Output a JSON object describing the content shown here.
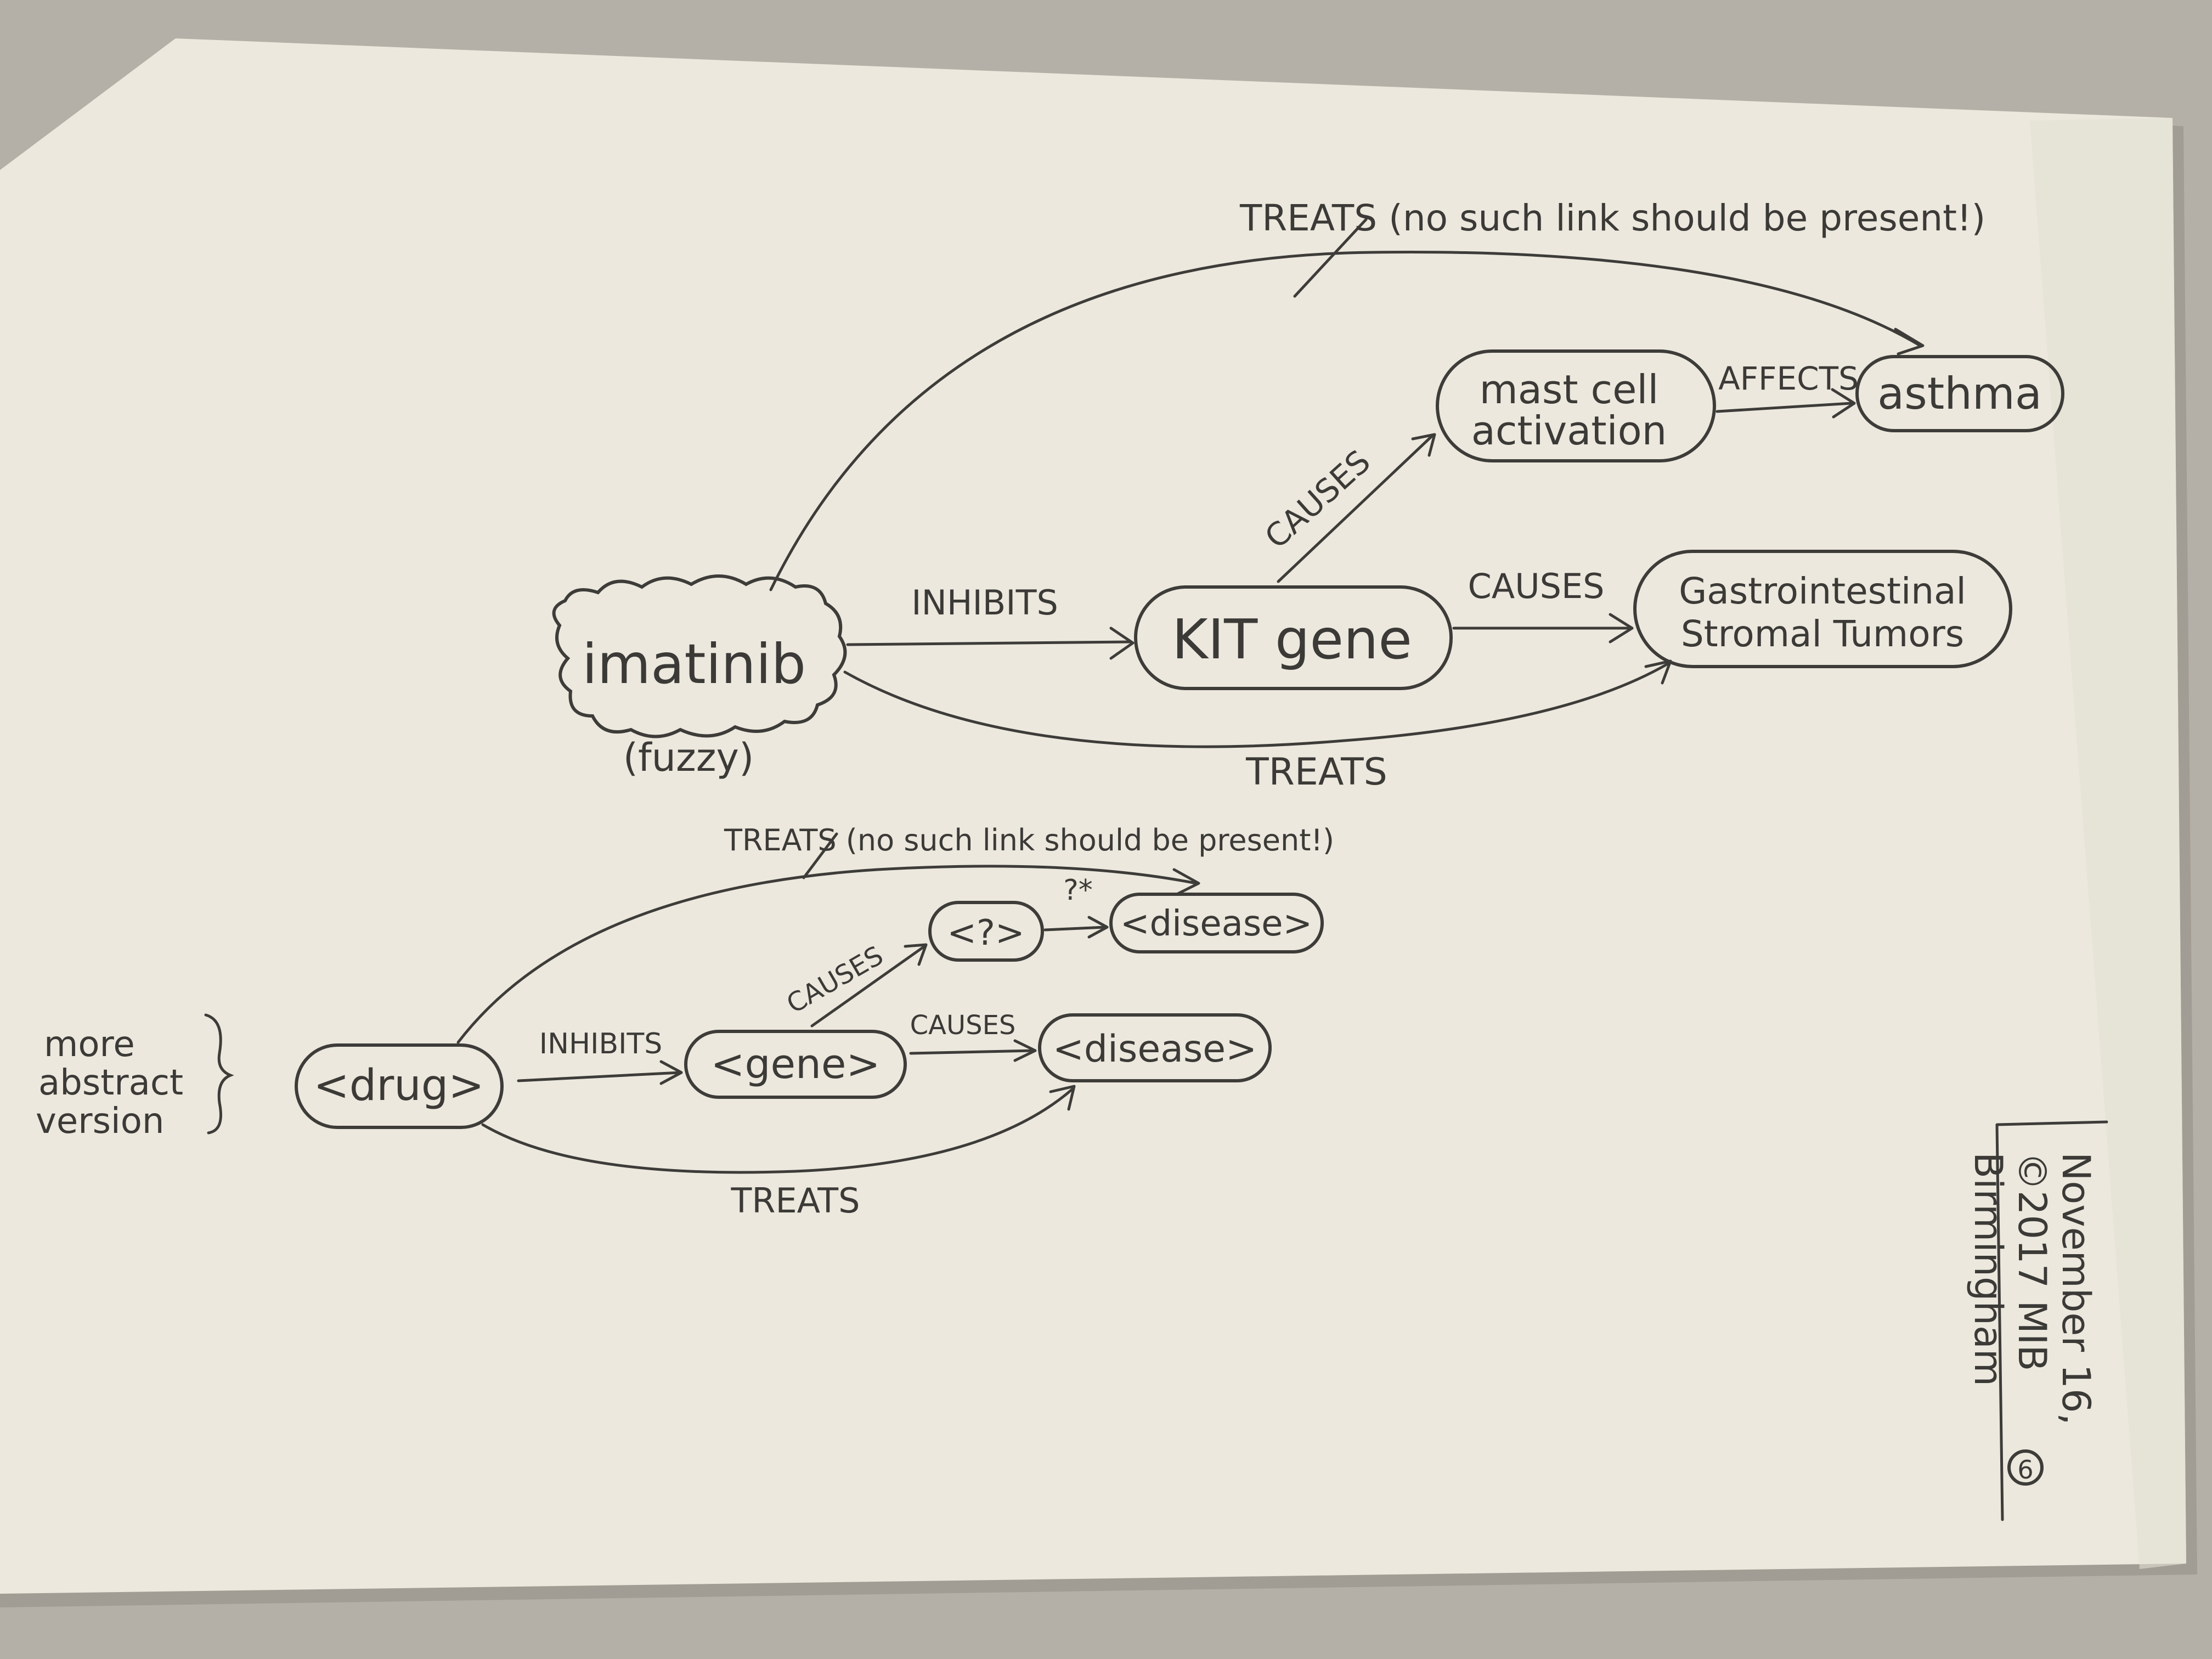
{
  "diagram": {
    "top": {
      "nodes": {
        "imatinib": "imatinib",
        "kit_gene": "KIT gene",
        "mast_cell_line1": "mast cell",
        "mast_cell_line2": "activation",
        "asthma": "asthma",
        "gist_line1": "Gastrointestinal",
        "gist_line2": "Stromal Tumors"
      },
      "edges": {
        "inhibits": "INHIBITS",
        "causes_mast": "CAUSES",
        "causes_gist": "CAUSES",
        "affects": "AFFECTS",
        "treats_gist": "TREATS",
        "treats_asthma": "TREATS (no such link should be present!)"
      },
      "notes": {
        "fuzzy": "(fuzzy)"
      }
    },
    "bottom": {
      "nodes": {
        "drug": "<drug>",
        "gene": "<gene>",
        "unknown": "<?>",
        "disease_upper": "<disease>",
        "disease_lower": "<disease>"
      },
      "edges": {
        "inhibits": "INHIBITS",
        "causes_unknown": "CAUSES",
        "causes_disease": "CAUSES",
        "unknown_to_disease": "?*",
        "treats_disease": "TREATS",
        "treats_false": "TREATS (no such link should be present!)"
      },
      "notes": {
        "abstract_line1": "more",
        "abstract_line2": "abstract",
        "abstract_line3": "version"
      }
    },
    "signature": {
      "line1": "November 16,",
      "line2": "©2017 MIB",
      "line3": "Birmingham",
      "page_number": "6"
    }
  }
}
